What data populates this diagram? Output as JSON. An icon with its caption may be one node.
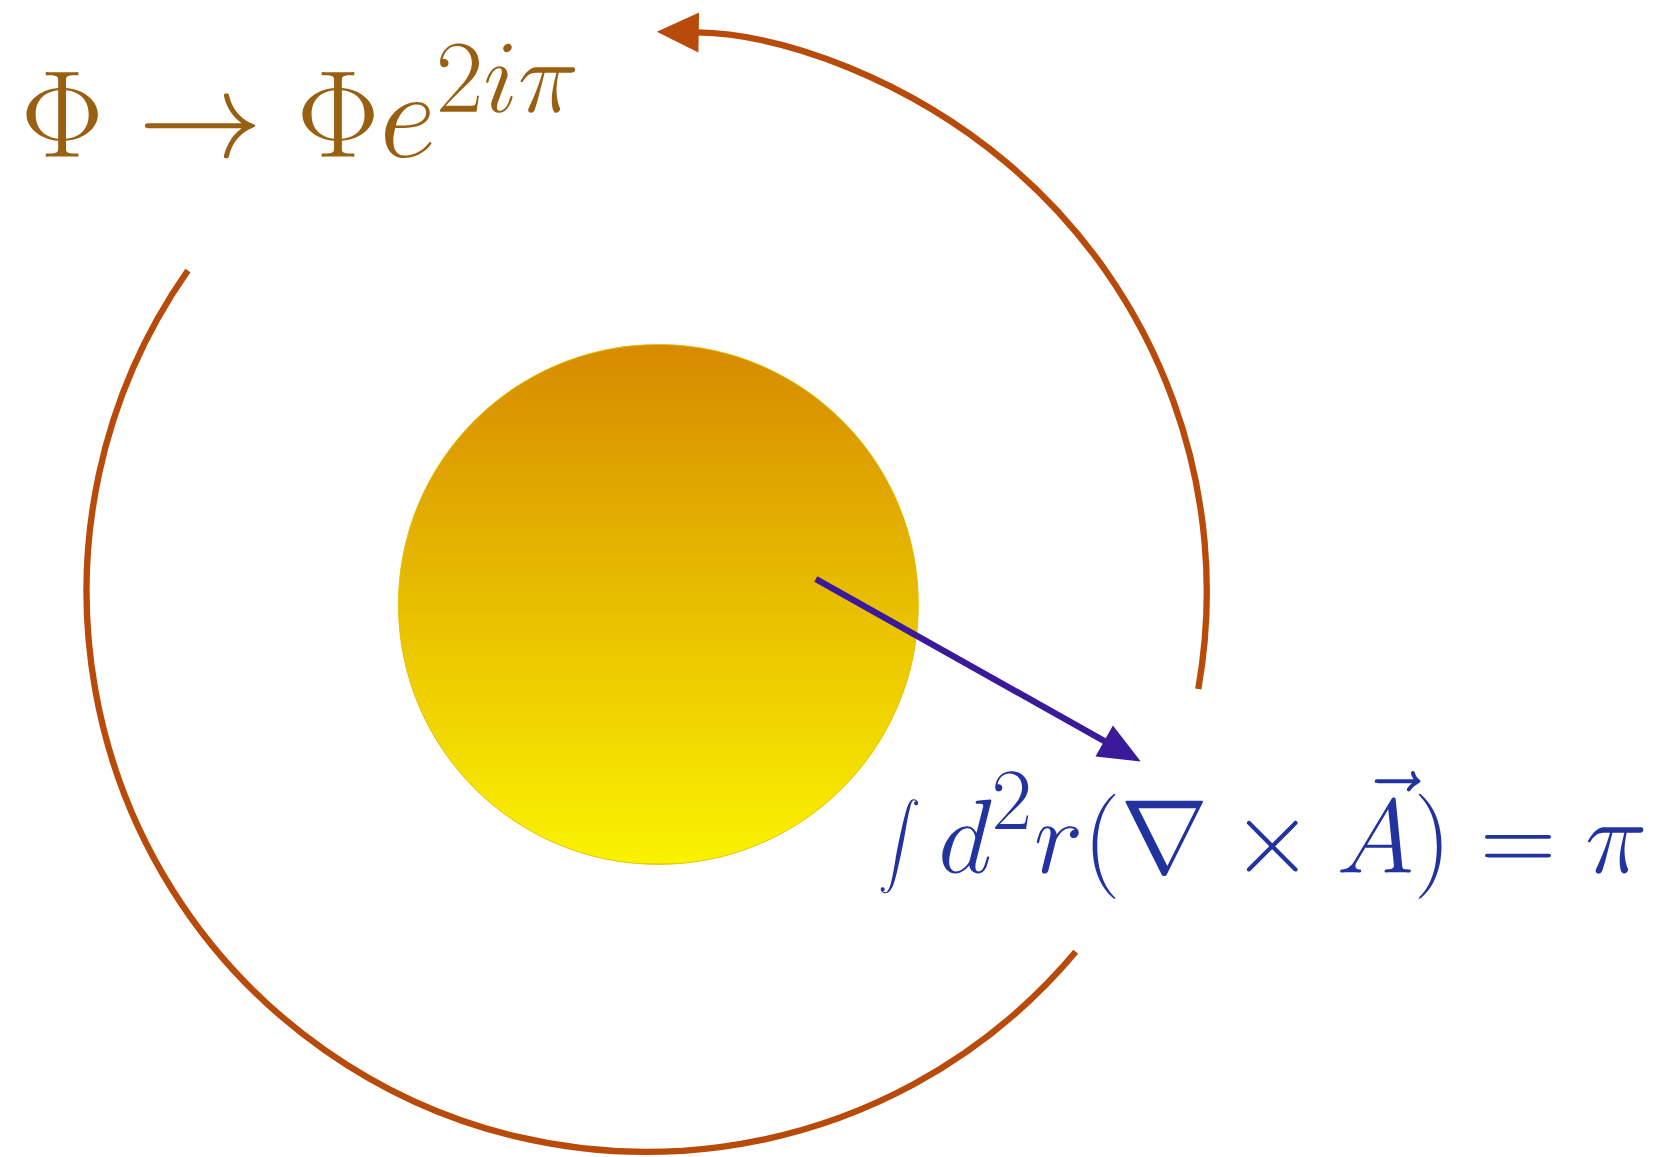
{
  "diagram": {
    "nodes": [
      {
        "text": [],
        "shape": "circle"
      },
      {
        "text": [
          "\\int d^2r(\\nabla\\times\\vec{A}) = \\pi"
        ]
      }
    ],
    "edges": [
      {
        "from": 0,
        "to": 1,
        "arrow": "to"
      }
    ],
    "labels": [
      "\\Phi \\to \\Phi e^{2i\\pi}"
    ]
  }
}
